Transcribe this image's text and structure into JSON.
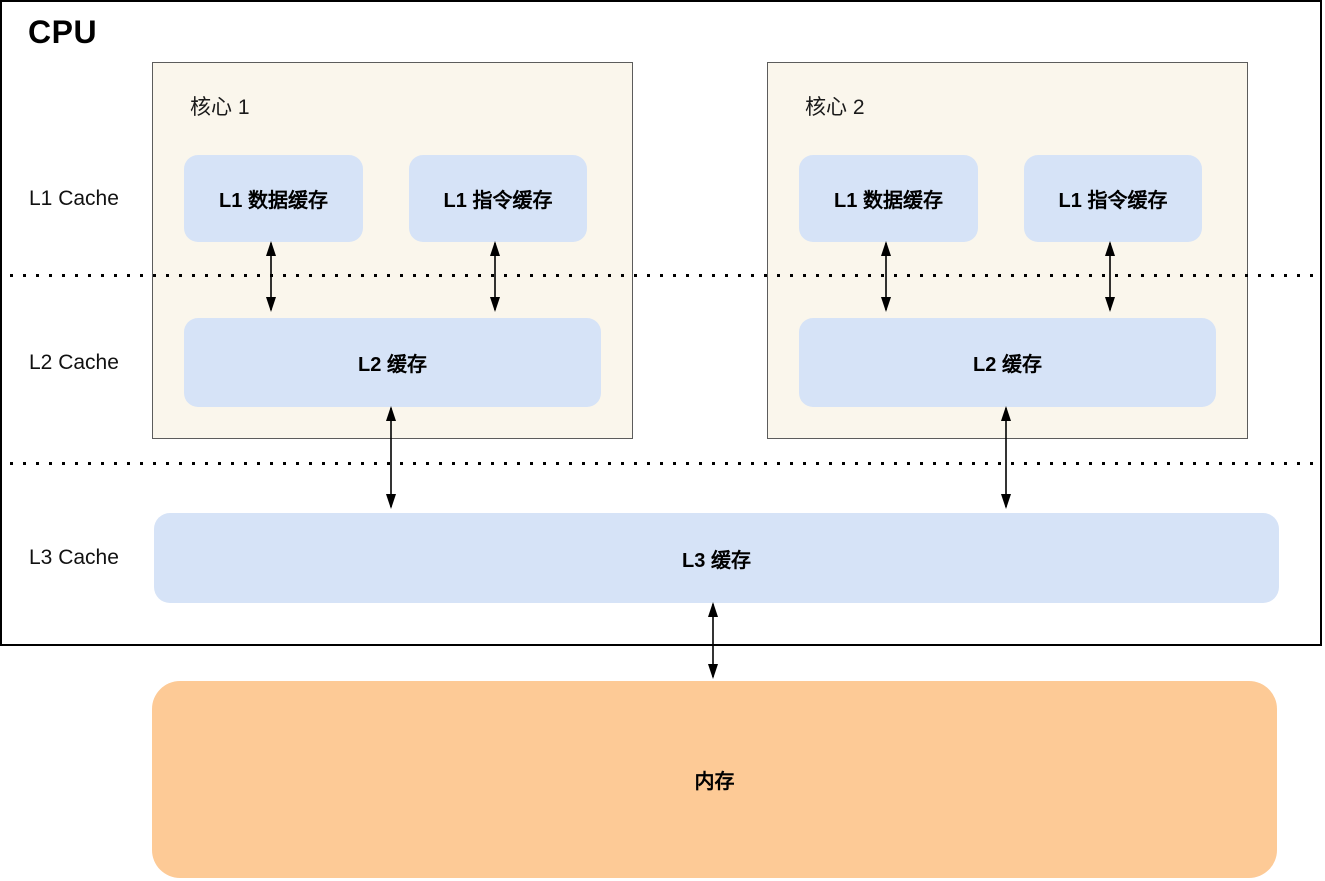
{
  "diagram": {
    "title": "CPU",
    "row_labels": [
      {
        "label": "L1 Cache"
      },
      {
        "label": "L2 Cache"
      },
      {
        "label": "L3 Cache"
      }
    ],
    "cores": [
      {
        "title": "核心 1",
        "l1_data_label": "L1 数据缓存",
        "l1_instr_label": "L1 指令缓存",
        "l2_label": "L2 缓存"
      },
      {
        "title": "核心 2",
        "l1_data_label": "L1 数据缓存",
        "l1_instr_label": "L1 指令缓存",
        "l2_label": "L2 缓存"
      }
    ],
    "l3_label": "L3 缓存",
    "memory_label": "内存",
    "colors": {
      "cache_fill": "#d6e3f7",
      "core_fill": "#faf6ec",
      "memory_fill": "#fdca96",
      "outline": "#000000"
    }
  }
}
